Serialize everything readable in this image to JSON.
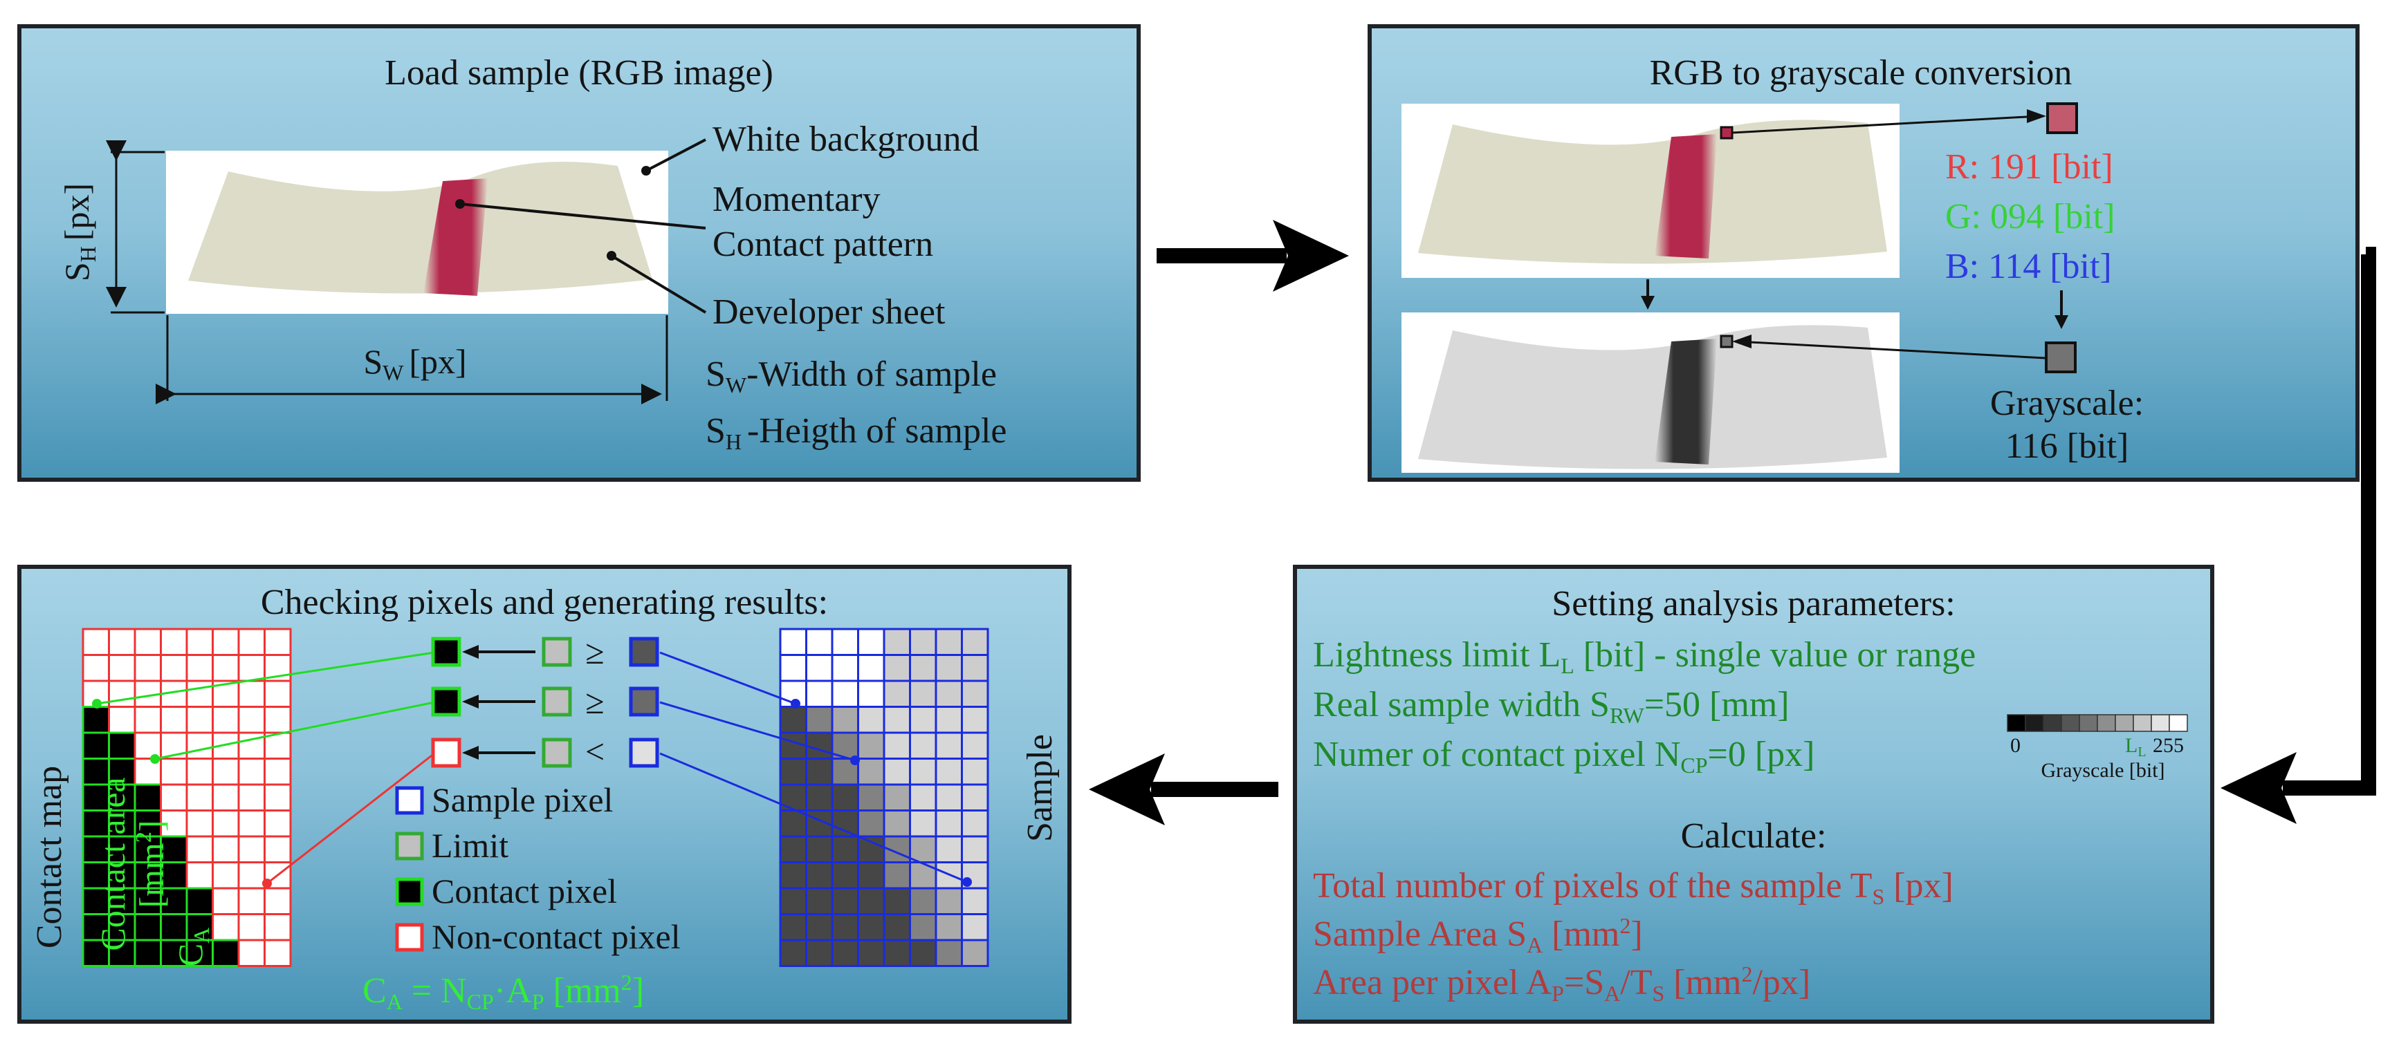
{
  "colors": {
    "panel_top": "#9fcee2",
    "panel_bottom": "#4d9cbe",
    "border": "#1f2227",
    "sample_surface": "#dddcc8",
    "contact_pattern": "#b5284d",
    "red_text": "#e84040",
    "green_text": "#37d237",
    "blue_text": "#2f3ae0",
    "param_green": "#1f8a2a",
    "calc_red": "#b33b3b",
    "grid_red": "#ee3333",
    "grid_green": "#22dd22",
    "grid_blue": "#1a2bdd"
  },
  "panel1": {
    "title": "Load sample (RGB image)",
    "label_white_background": "White background",
    "label_momentary": "Momentary",
    "label_contact_pattern": "Contact pattern",
    "label_developer_sheet": "Developer sheet",
    "sw_label": "S",
    "sw_sub": "W",
    "sw_unit": "[px]",
    "sh_label": "S",
    "sh_sub": "H",
    "sh_unit": "[px]",
    "def_width_s": "S",
    "def_width_sub": "W",
    "def_width_text": "-Width of sample",
    "def_height_s": "S",
    "def_height_sub": "H",
    "def_height_text": "-Heigth of sample"
  },
  "panel2": {
    "title": "RGB to grayscale conversion",
    "r_value": "R: 191 [bit]",
    "g_value": "G: 094 [bit]",
    "b_value": "B: 114 [bit]",
    "grayscale_label": "Grayscale:",
    "grayscale_value": "116 [bit]"
  },
  "panel3": {
    "title": "Setting analysis parameters:",
    "line1_a": "Lightness limit L",
    "line1_sub": "L",
    "line1_b": " [bit] - single value or range",
    "line2_a": "Real sample width S",
    "line2_sub": "RW",
    "line2_b": "=50 [mm]",
    "line3_a": "Numer of contact pixel N",
    "line3_sub": "CP",
    "line3_b": "=0 [px]",
    "scale_min": "0",
    "scale_mid": "L",
    "scale_mid_sub": "L",
    "scale_max": "255",
    "scale_caption": "Grayscale [bit]",
    "calc_title": "Calculate:",
    "calc1_a": "Total number of pixels of the sample T",
    "calc1_sub": "S",
    "calc1_b": " [px]",
    "calc2_a": "Sample Area S",
    "calc2_sub": "A",
    "calc2_b": " [mm",
    "calc2_sup": "2",
    "calc2_c": "]",
    "calc3_a": "Area per pixel A",
    "calc3_sub1": "P",
    "calc3_b": "=S",
    "calc3_sub2": "A",
    "calc3_c": "/T",
    "calc3_sub3": "S",
    "calc3_d": " [mm",
    "calc3_sup": "2",
    "calc3_e": "/px]"
  },
  "panel4": {
    "title": "Checking pixels and generating results:",
    "contact_map_label": "Contact map",
    "sample_label": "Sample",
    "contact_area_line1": "Contact area",
    "contact_area_line2_a": "[mm",
    "contact_area_line2_sup": "2",
    "contact_area_line2_b": "]",
    "contact_area_line3_a": "C",
    "contact_area_line3_sub": "A",
    "op_ge_1": "≥",
    "op_ge_2": "≥",
    "op_lt": "<",
    "legend_sample_pixel": "Sample pixel",
    "legend_limit": "Limit",
    "legend_contact_pixel": "Contact pixel",
    "legend_non_contact_pixel": "Non-contact pixel",
    "formula_a": "C",
    "formula_sub1": "A",
    "formula_b": " = N",
    "formula_sub2": "CP",
    "formula_c": "·A",
    "formula_sub3": "P",
    "formula_d": " [mm",
    "formula_sup": "2",
    "formula_e": "]"
  }
}
